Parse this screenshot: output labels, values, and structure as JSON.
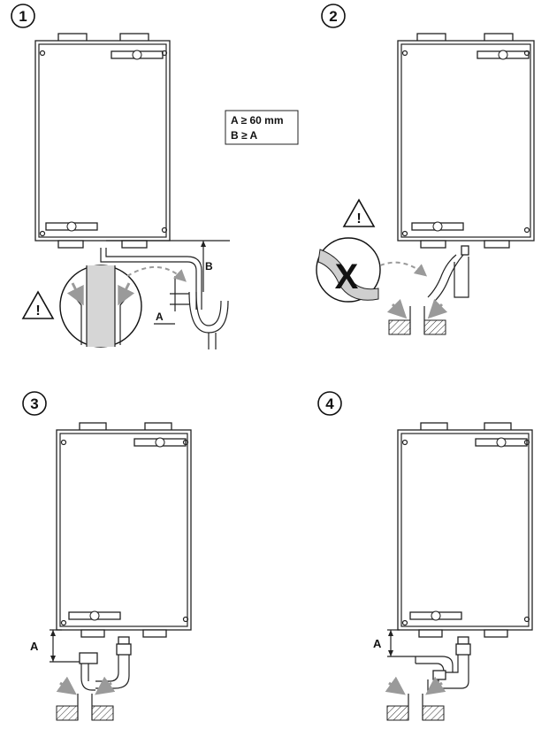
{
  "steps": [
    {
      "number": "1"
    },
    {
      "number": "2"
    },
    {
      "number": "3"
    },
    {
      "number": "4"
    }
  ],
  "requirements": {
    "line_a": "A ≥ 60 mm",
    "line_b": "B ≥ A"
  },
  "dimension_labels": {
    "a": "A",
    "b": "B"
  },
  "symbols": {
    "warning": "!",
    "forbidden": "X"
  },
  "colors": {
    "line": "#222222",
    "fill": "#ffffff",
    "hose_shade": "#cfcfcf",
    "arrow_gray": "#9a9a9a"
  }
}
